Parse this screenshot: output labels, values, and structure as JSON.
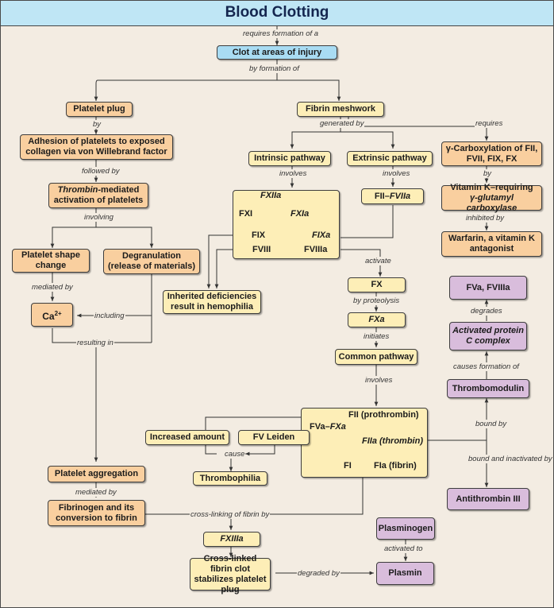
{
  "title": "Blood Clotting",
  "boxes": {
    "clot": "Clot at areas of injury",
    "platelet_plug": "Platelet plug",
    "adhesion": "Adhesion of platelets to exposed collagen via von Willebrand factor",
    "thrombin_activation_a": "Thrombin",
    "thrombin_activation_b": "-mediated activation of platelets",
    "shape_change": "Platelet shape change",
    "degranulation": "Degranulation (release of materials)",
    "ca_base": "Ca",
    "ca_sup": "2+",
    "aggregation": "Platelet aggregation",
    "fibrinogen": "Fibrinogen and its conversion to fibrin",
    "fibrin_mesh": "Fibrin meshwork",
    "intrinsic": "Intrinsic pathway",
    "extrinsic": "Extrinsic pathway",
    "fii_fviia_a": "FII–",
    "fii_fviia_b": "FVIIa",
    "inherited": "Inherited deficiencies result in hemophilia",
    "fx": "FX",
    "fxa": "FXa",
    "common": "Common pathway",
    "increased": "Increased amount",
    "fv_leiden": "FV Leiden",
    "thrombophilia": "Thrombophilia",
    "fxiiia": "FXIIIa",
    "crosslinked": "Cross-linked fibrin clot stabilizes platelet plug",
    "plasminogen": "Plasminogen",
    "plasmin": "Plasmin",
    "gamma_carb": "γ-Carboxylation of FII, FVII, FIX, FX",
    "vitk_a": "Vitamin K–requiring",
    "vitk_b": "γ-glutamyl carboxylase",
    "warfarin": "Warfarin, a vitamin K antagonist",
    "fva_fviiia": "FVa, FVIIIa",
    "apc": "Activated protein C complex",
    "thrombomodulin": "Thrombomodulin",
    "antithrombin": "Antithrombin  III"
  },
  "intrinsic_panel": {
    "fxiia": "FXIIa",
    "fxi": "FXI",
    "fxia": "FXIa",
    "fix": "FIX",
    "fixa": "FIXa",
    "fviii": "FVIII",
    "fviiia": "FVIIIa"
  },
  "common_panel": {
    "fii": "FII (prothrombin)",
    "fva_fxa_a": "FVa–",
    "fva_fxa_b": "FXa",
    "fiia_a": "FIIa (",
    "fiia_b": "thrombin",
    "fiia_c": ")",
    "fi": "FI",
    "fia": "FIa (fibrin)"
  },
  "labels": {
    "requires_formation": "requires formation of a",
    "by_formation": "by formation of",
    "by": "by",
    "followed_by": "followed by",
    "involving": "involving",
    "mediated_by_1": "mediated by",
    "including": "including",
    "resulting_in": "resulting in",
    "mediated_by_2": "mediated by",
    "generated_by": "generated by",
    "involves_1": "involves",
    "involves_2": "involves",
    "activate": "activate",
    "by_proteolysis": "by proteolysis",
    "initiates": "initiates",
    "involves_3": "involves",
    "cause": "cause",
    "crosslinking": "cross-linking of fibrin by",
    "degraded_by_1": "degraded by",
    "activated_to": "activated to",
    "requires": "requires",
    "by_2": "by",
    "inhibited_by": "inhibited by",
    "degrades": "degrades",
    "causes_formation": "causes formation of",
    "bound_by": "bound by",
    "bound_inactivated": "bound and inactivated by"
  },
  "colors": {
    "title_bar": "#bfe6f5",
    "background": "#f3ece2",
    "orange_box": "#f9cf9f",
    "yellow_box": "#fdeeb7",
    "blue_box": "#a9dcf3",
    "purple_box": "#d9bddc",
    "title_text": "#14264f"
  }
}
